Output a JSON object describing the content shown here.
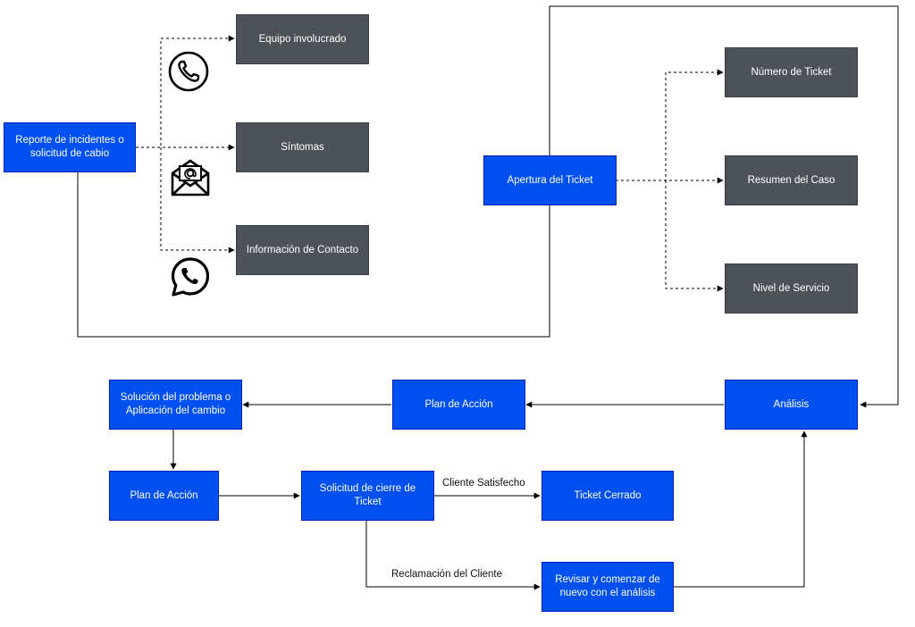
{
  "nodes": {
    "reporte": "Reporte de incidentes o solicitud de cabio",
    "equipo": "Equipo involucrado",
    "sintomas": "Síntomas",
    "contacto": "Información de Contacto",
    "apertura": "Apertura del Ticket",
    "numero": "Número de Ticket",
    "resumen": "Resumen del Caso",
    "nivel": "Nivel de Servicio",
    "analisis": "Análisis",
    "plan_top": "Plan de Acción",
    "solucion": "Solución del problema o Aplicación del cambio",
    "plan_bottom": "Plan de Acción",
    "solicitud_cierre": "Solicitud de cierre de Ticket",
    "ticket_cerrado": "Ticket Cerrado",
    "revisar": "Revisar y comenzar de nuevo con el análisis"
  },
  "edge_labels": {
    "cliente_satisfecho": "Cliente Satisfecho",
    "reclamacion": "Reclamación del Cliente"
  },
  "icons": {
    "phone": "phone-icon",
    "email": "email-icon",
    "whatsapp": "whatsapp-icon"
  },
  "colors": {
    "blue_box": "#0050ef",
    "gray_box": "#4d5259",
    "line": "#000000"
  }
}
